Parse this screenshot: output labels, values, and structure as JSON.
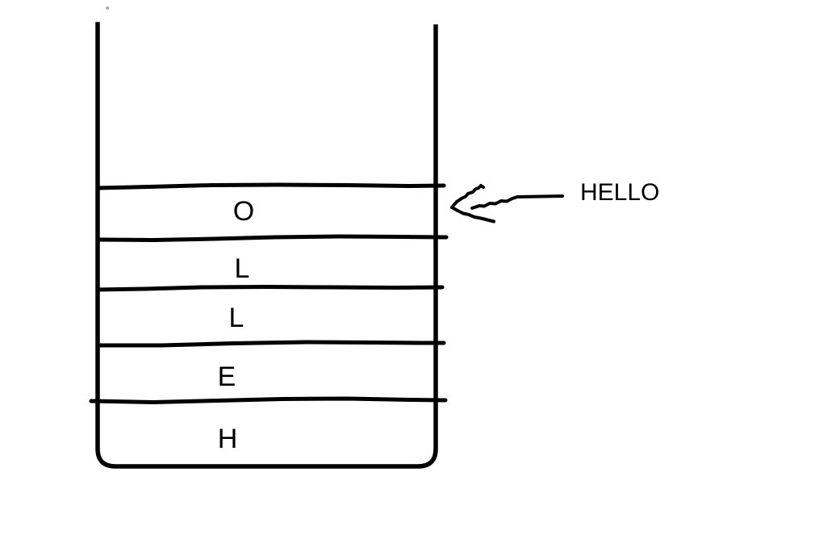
{
  "diagram": {
    "stack_cells": [
      "O",
      "L",
      "L",
      "E",
      "H"
    ],
    "annotation_label": "HELLO",
    "ink_color": "#000000",
    "background_color": "#ffffff"
  }
}
